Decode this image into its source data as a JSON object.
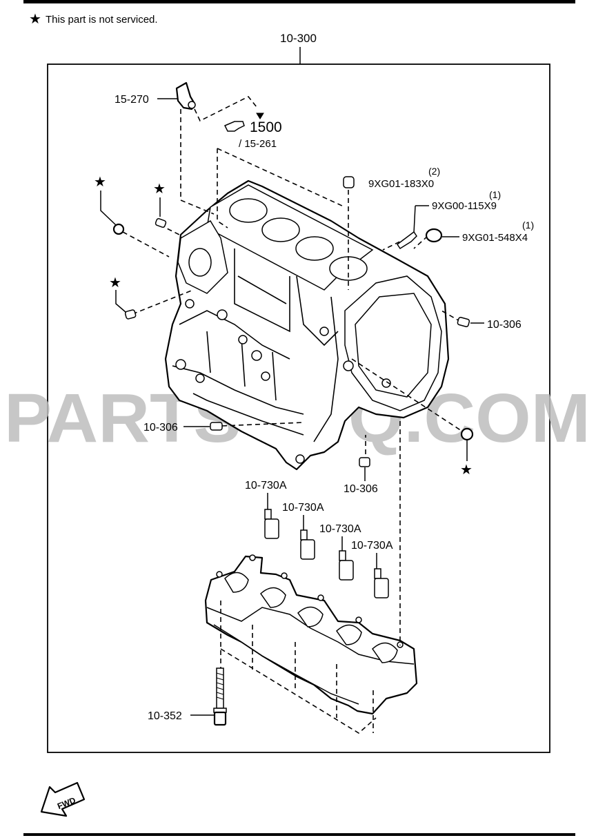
{
  "note": {
    "text": "This part is not serviced.",
    "star": "★"
  },
  "main_part": "10-300",
  "callouts": {
    "c15270": "15-270",
    "c1500": "1500",
    "c15261": "/ 15-261",
    "c183x0": "9XG01-183X0",
    "c183x0_qty": "(2)",
    "c115x9": "9XG00-115X9",
    "c115x9_qty": "(1)",
    "c548x4": "9XG01-548X4",
    "c548x4_qty": "(1)",
    "c306_right": "10-306",
    "c306_left": "10-306",
    "c306_bottom": "10-306",
    "c730a_1": "10-730A",
    "c730a_2": "10-730A",
    "c730a_3": "10-730A",
    "c730a_4": "10-730A",
    "c352": "10-352"
  },
  "watermark": "PARTSOUQ.COM",
  "fwd_label": "FWD",
  "icons": [
    "star-icon",
    "pointing-hand-icon",
    "fwd-arrow-icon"
  ]
}
